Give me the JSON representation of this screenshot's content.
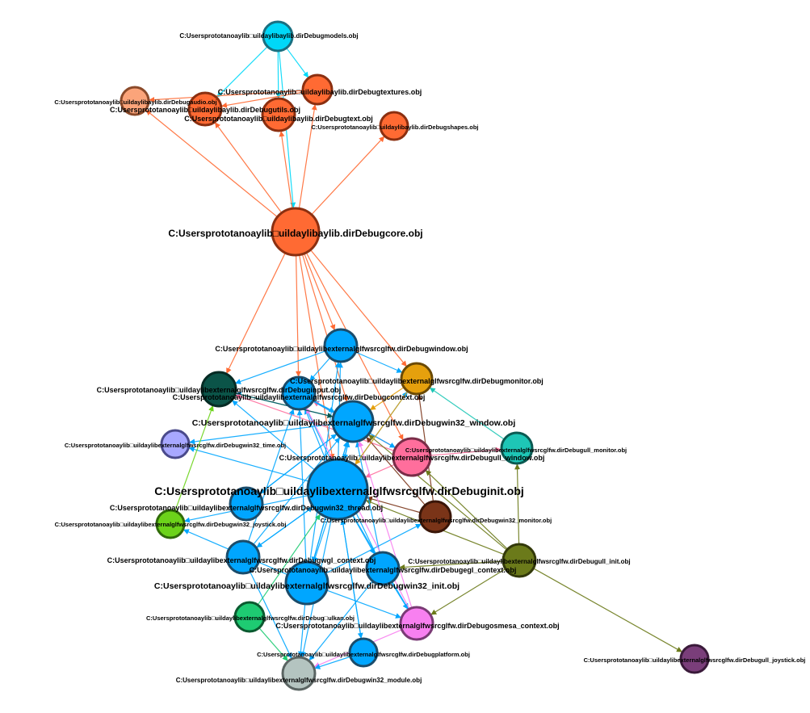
{
  "nodes": [
    {
      "id": "models",
      "label": "C:Usersprototanoaylib□uildaylibaylib.dirDebugmodels.obj",
      "color": "#00d8f8",
      "stroke": "#1a6f80"
    },
    {
      "id": "textures",
      "label": "C:Usersprototanoaylib□uildaylibaylib.dirDebugtextures.obj",
      "color": "#ff6a33",
      "stroke": "#8b2f10"
    },
    {
      "id": "audio",
      "label": "C:Usersprototanoaylib□uildaylibaylib.dirDebugaudio.obj",
      "color": "#fba47a",
      "stroke": "#8b4a2a"
    },
    {
      "id": "utils",
      "label": "C:Usersprototanoaylib□uildaylibaylib.dirDebugutils.obj",
      "color": "#ff6a33",
      "stroke": "#8b2f10"
    },
    {
      "id": "text",
      "label": "C:Usersprototanoaylib□uildaylibaylib.dirDebugtext.obj",
      "color": "#ff6a33",
      "stroke": "#8b2f10"
    },
    {
      "id": "shapes",
      "label": "C:Usersprototanoaylib□uildaylibaylib.dirDebugshapes.obj",
      "color": "#ff6a33",
      "stroke": "#8b2f10"
    },
    {
      "id": "core",
      "label": "C:Usersprototanoaylib□uildaylibaylib.dirDebugcore.obj",
      "color": "#ff6a33",
      "stroke": "#8b2f10"
    },
    {
      "id": "window",
      "label": "C:Usersprototanoaylib□uildaylibexternalglfwsrcglfw.dirDebugwindow.obj",
      "color": "#00a6ff",
      "stroke": "#1a4c6b"
    },
    {
      "id": "monitor",
      "label": "C:Usersprototanoaylib□uildaylibexternalglfwsrcglfw.dirDebugmonitor.obj",
      "color": "#e5a00d",
      "stroke": "#6b4a05"
    },
    {
      "id": "input",
      "label": "C:Usersprototanoaylib□uildaylibexternalglfwsrcglfw.dirDebuginput.obj",
      "color": "#0b5448",
      "stroke": "#052b24"
    },
    {
      "id": "context",
      "label": "C:Usersprototanoaylib□uildaylibexternalglfwsrcglfw.dirDebugcontext.obj",
      "color": "#00a6ff",
      "stroke": "#1a4c6b"
    },
    {
      "id": "w32window",
      "label": "C:Usersprototanoaylib□uildaylibexternalglfwsrcglfw.dirDebugwin32_window.obj",
      "color": "#00a6ff",
      "stroke": "#1a4c6b"
    },
    {
      "id": "w32time",
      "label": "C:Usersprototanoaylib□uildaylibexternalglfwsrcglfw.dirDebugwin32_time.obj",
      "color": "#a8a8ff",
      "stroke": "#4a4a8b"
    },
    {
      "id": "nullwindow",
      "label": "C:Usersprototanoaylib□uildaylibexternalglfwsrcglfw.dirDebugull_window.obj",
      "color": "#ff6e9c",
      "stroke": "#7a2d48"
    },
    {
      "id": "nullmonitor",
      "label": "C:Usersprototanoaylib□uildaylibexternalglfwsrcglfw.dirDebugull_monitor.obj",
      "color": "#1ec6b6",
      "stroke": "#0b5a52"
    },
    {
      "id": "init",
      "label": "C:Usersprototanoaylib□uildaylibexternalglfwsrcglfw.dirDebuginit.obj",
      "color": "#00a6ff",
      "stroke": "#1a4c6b"
    },
    {
      "id": "w32thread",
      "label": "C:Usersprototanoaylib□uildaylibexternalglfwsrcglfw.dirDebugwin32_thread.obj",
      "color": "#00a6ff",
      "stroke": "#1a4c6b"
    },
    {
      "id": "w32joystick",
      "label": "C:Usersprototanoaylib□uildaylibexternalglfwsrcglfw.dirDebugwin32_joystick.obj",
      "color": "#6cd31a",
      "stroke": "#2f6b08"
    },
    {
      "id": "w32monitor",
      "label": "C:Usersprototanoaylib□uildaylibexternalglfwsrcglfw.dirDebugwin32_monitor.obj",
      "color": "#7a3418",
      "stroke": "#3a1608"
    },
    {
      "id": "wglcontext",
      "label": "C:Usersprototanoaylib□uildaylibexternalglfwsrcglfw.dirDebugwgl_context.obj",
      "color": "#00a6ff",
      "stroke": "#1a4c6b"
    },
    {
      "id": "nullinit",
      "label": "C:Usersprototanoaylib□uildaylibexternalglfwsrcglfw.dirDebugull_init.obj",
      "color": "#6b7a1a",
      "stroke": "#33390a"
    },
    {
      "id": "eglcontext",
      "label": "C:Usersprototanoaylib□uildaylibexternalglfwsrcglfw.dirDebugegl_context.obj",
      "color": "#00a6ff",
      "stroke": "#1a4c6b"
    },
    {
      "id": "w32init",
      "label": "C:Usersprototanoaylib□uildaylibexternalglfwsrcglfw.dirDebugwin32_init.obj",
      "color": "#00a6ff",
      "stroke": "#1a4c6b"
    },
    {
      "id": "vulkan",
      "label": "C:Usersprototanoaylib□uildaylibexternalglfwsrcglfw.dirDebug□ulkan.obj",
      "color": "#1ecb72",
      "stroke": "#0b5a30"
    },
    {
      "id": "osmesa",
      "label": "C:Usersprototanoaylib□uildaylibexternalglfwsrcglfw.dirDebugosmesa_context.obj",
      "color": "#f880f0",
      "stroke": "#7a3a75"
    },
    {
      "id": "platform",
      "label": "C:Usersprototanoaylib□uildaylibexternalglfwsrcglfw.dirDebugplatform.obj",
      "color": "#00a6ff",
      "stroke": "#1a4c6b"
    },
    {
      "id": "w32module",
      "label": "C:Usersprototanoaylib□uildaylibexternalglfwsrcglfw.dirDebugwin32_module.obj",
      "color": "#b4c4c0",
      "stroke": "#5a6462"
    },
    {
      "id": "nulljoystick",
      "label": "C:Usersprototanoaylib□uildaylibexternalglfwsrcglfw.dirDebugull_joystick.obj",
      "color": "#7a3e7a",
      "stroke": "#3a1a3a"
    }
  ],
  "edges": [
    [
      "models",
      "textures"
    ],
    [
      "models",
      "utils"
    ],
    [
      "models",
      "text"
    ],
    [
      "models",
      "core"
    ],
    [
      "textures",
      "utils"
    ],
    [
      "textures",
      "audio"
    ],
    [
      "core",
      "audio"
    ],
    [
      "core",
      "utils"
    ],
    [
      "core",
      "text"
    ],
    [
      "core",
      "textures"
    ],
    [
      "core",
      "shapes"
    ],
    [
      "core",
      "window"
    ],
    [
      "core",
      "input"
    ],
    [
      "core",
      "monitor"
    ],
    [
      "core",
      "context"
    ],
    [
      "core",
      "w32window"
    ],
    [
      "core",
      "init"
    ],
    [
      "core",
      "nullwindow"
    ],
    [
      "window",
      "input"
    ],
    [
      "window",
      "context"
    ],
    [
      "window",
      "monitor"
    ],
    [
      "w32window",
      "input"
    ],
    [
      "w32window",
      "init"
    ],
    [
      "w32window",
      "context"
    ],
    [
      "w32window",
      "w32time"
    ],
    [
      "w32window",
      "w32thread"
    ],
    [
      "w32window",
      "w32init"
    ],
    [
      "init",
      "window"
    ],
    [
      "init",
      "input"
    ],
    [
      "init",
      "monitor"
    ],
    [
      "init",
      "context"
    ],
    [
      "init",
      "w32window"
    ],
    [
      "init",
      "w32time"
    ],
    [
      "init",
      "w32joystick"
    ],
    [
      "init",
      "w32module"
    ],
    [
      "init",
      "wglcontext"
    ],
    [
      "init",
      "platform"
    ],
    [
      "init",
      "eglcontext"
    ],
    [
      "init",
      "osmesa"
    ],
    [
      "init",
      "w32init"
    ],
    [
      "nullwindow",
      "input"
    ],
    [
      "nullwindow",
      "context"
    ],
    [
      "nullwindow",
      "nullmonitor"
    ],
    [
      "nullwindow",
      "init"
    ],
    [
      "nullmonitor",
      "monitor"
    ],
    [
      "w32monitor",
      "monitor"
    ],
    [
      "w32monitor",
      "init"
    ],
    [
      "w32monitor",
      "w32window"
    ],
    [
      "nullinit",
      "nullwindow"
    ],
    [
      "nullinit",
      "nullmonitor"
    ],
    [
      "nullinit",
      "init"
    ],
    [
      "nullinit",
      "nulljoystick"
    ],
    [
      "nullinit",
      "eglcontext"
    ],
    [
      "nullinit",
      "osmesa"
    ],
    [
      "nullinit",
      "w32window"
    ],
    [
      "w32init",
      "w32joystick"
    ],
    [
      "w32init",
      "w32module"
    ],
    [
      "w32init",
      "w32monitor"
    ],
    [
      "w32init",
      "window"
    ],
    [
      "w32init",
      "w32window"
    ],
    [
      "w32init",
      "osmesa"
    ],
    [
      "w32init",
      "context"
    ],
    [
      "w32thread",
      "w32window"
    ],
    [
      "w32joystick",
      "input"
    ],
    [
      "wglcontext",
      "w32module"
    ],
    [
      "wglcontext",
      "init"
    ],
    [
      "wglcontext",
      "context"
    ],
    [
      "wglcontext",
      "w32window"
    ],
    [
      "eglcontext",
      "w32module"
    ],
    [
      "eglcontext",
      "osmesa"
    ],
    [
      "eglcontext",
      "context"
    ],
    [
      "eglcontext",
      "w32window"
    ],
    [
      "osmesa",
      "w32module"
    ],
    [
      "osmesa",
      "context"
    ],
    [
      "osmesa",
      "w32window"
    ],
    [
      "vulkan",
      "w32module"
    ],
    [
      "vulkan",
      "init"
    ],
    [
      "platform",
      "w32module"
    ],
    [
      "platform",
      "init"
    ],
    [
      "context",
      "nullwindow"
    ],
    [
      "context",
      "w32window"
    ],
    [
      "input",
      "w32window"
    ],
    [
      "monitor",
      "w32window"
    ],
    [
      "monitor",
      "init"
    ]
  ]
}
